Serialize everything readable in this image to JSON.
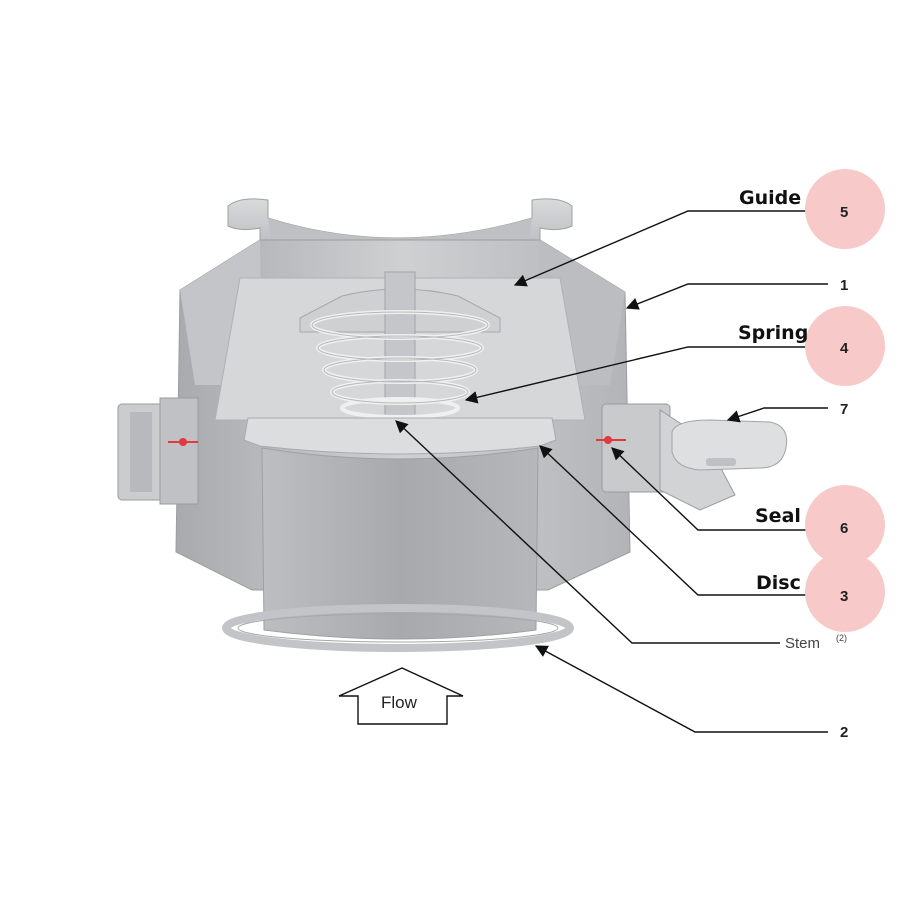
{
  "labels": {
    "guide": "Guide",
    "spring": "Spring",
    "seal": "Seal",
    "disc": "Disc",
    "stem": "Stem",
    "stem_note": "(2)",
    "flow": "Flow"
  },
  "numbers": {
    "guide": "5",
    "body": "1",
    "spring": "4",
    "clamp": "7",
    "seal": "6",
    "disc": "3",
    "inlet": "2"
  },
  "colors": {
    "badge": "#f7c9c9",
    "seal_mark": "#e0393e",
    "metal": "#c8c9cb"
  }
}
